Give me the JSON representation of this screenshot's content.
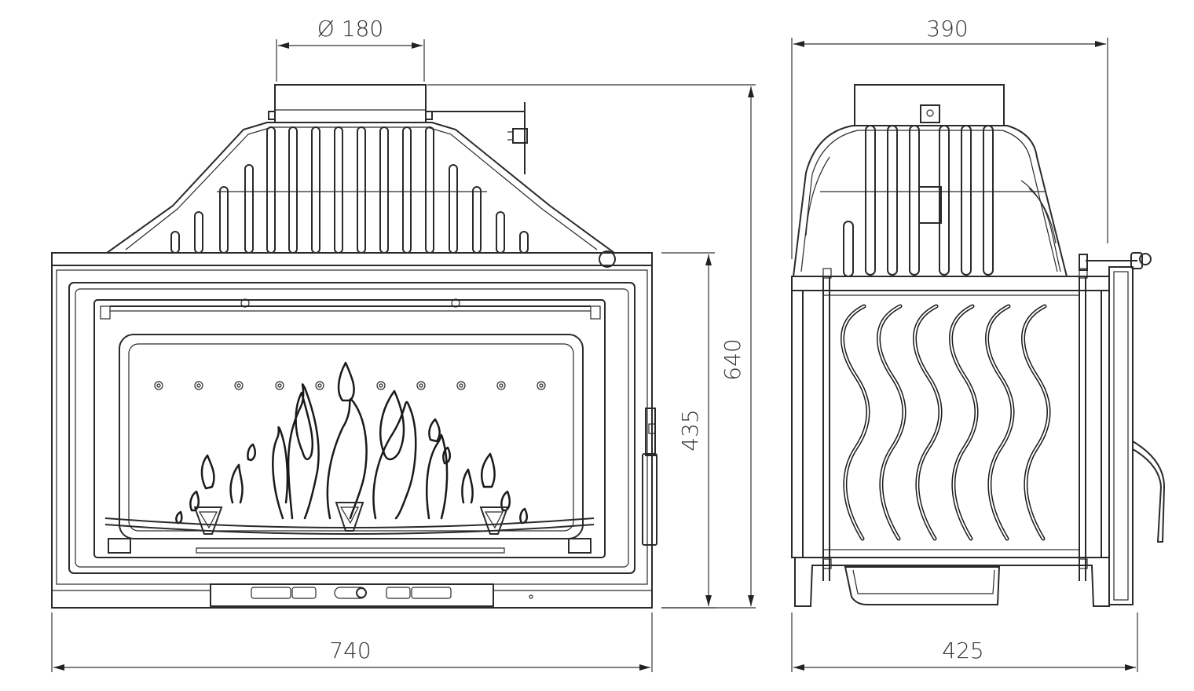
{
  "front_view": {
    "flue_diameter_label": "Ø 180",
    "width_label": "740",
    "door_height_label": "435",
    "total_height_label": "640"
  },
  "side_view": {
    "top_depth_label": "390",
    "bottom_depth_label": "425"
  }
}
